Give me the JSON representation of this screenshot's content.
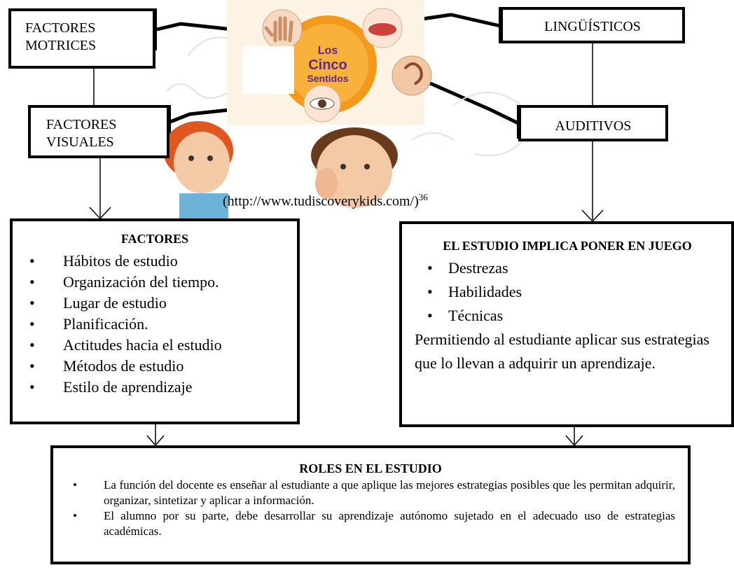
{
  "boxes": {
    "motrices": "FACTORES\nMOTRICES",
    "linguisticos": "LINGÜÍSTICOS",
    "visuales": "FACTORES\nVISUALES",
    "auditivos": "AUDITIVOS"
  },
  "illustration": {
    "logo_lines": [
      "Los",
      "Cinco",
      "Sentidos"
    ]
  },
  "citation": "(http://www.tudiscoverykids.com/)",
  "citation_sup": "36",
  "factores": {
    "title": "FACTORES",
    "items": [
      "Hábitos de estudio",
      "Organización del tiempo.",
      "Lugar de estudio",
      "Planificación.",
      "Actitudes hacia el estudio",
      "Métodos de estudio",
      "Estilo de aprendizaje"
    ]
  },
  "estudio": {
    "title": "EL ESTUDIO  IMPLICA PONER EN JUEGO",
    "items": [
      "Destrezas",
      "Habilidades",
      "Técnicas"
    ],
    "paragraph": "Permitiendo al estudiante aplicar sus estrategias que lo llevan a adquirir un aprendizaje."
  },
  "roles": {
    "title": "ROLES EN EL ESTUDIO",
    "items": [
      "La función del docente es enseñar al estudiante a que aplique las mejores estrategias posibles que les permitan adquirir, organizar, sintetizar y aplicar a información.",
      "El alumno por su parte, debe desarrollar su aprendizaje autónomo sujetado en el adecuado uso de estrategias académicas."
    ]
  },
  "colors": {
    "logo_orange": "#f39a1c",
    "logo_purple": "#5b2a86",
    "skin": "#f4c9a6",
    "hair_orange": "#e0561f",
    "hair_brown": "#6a3a1d"
  }
}
